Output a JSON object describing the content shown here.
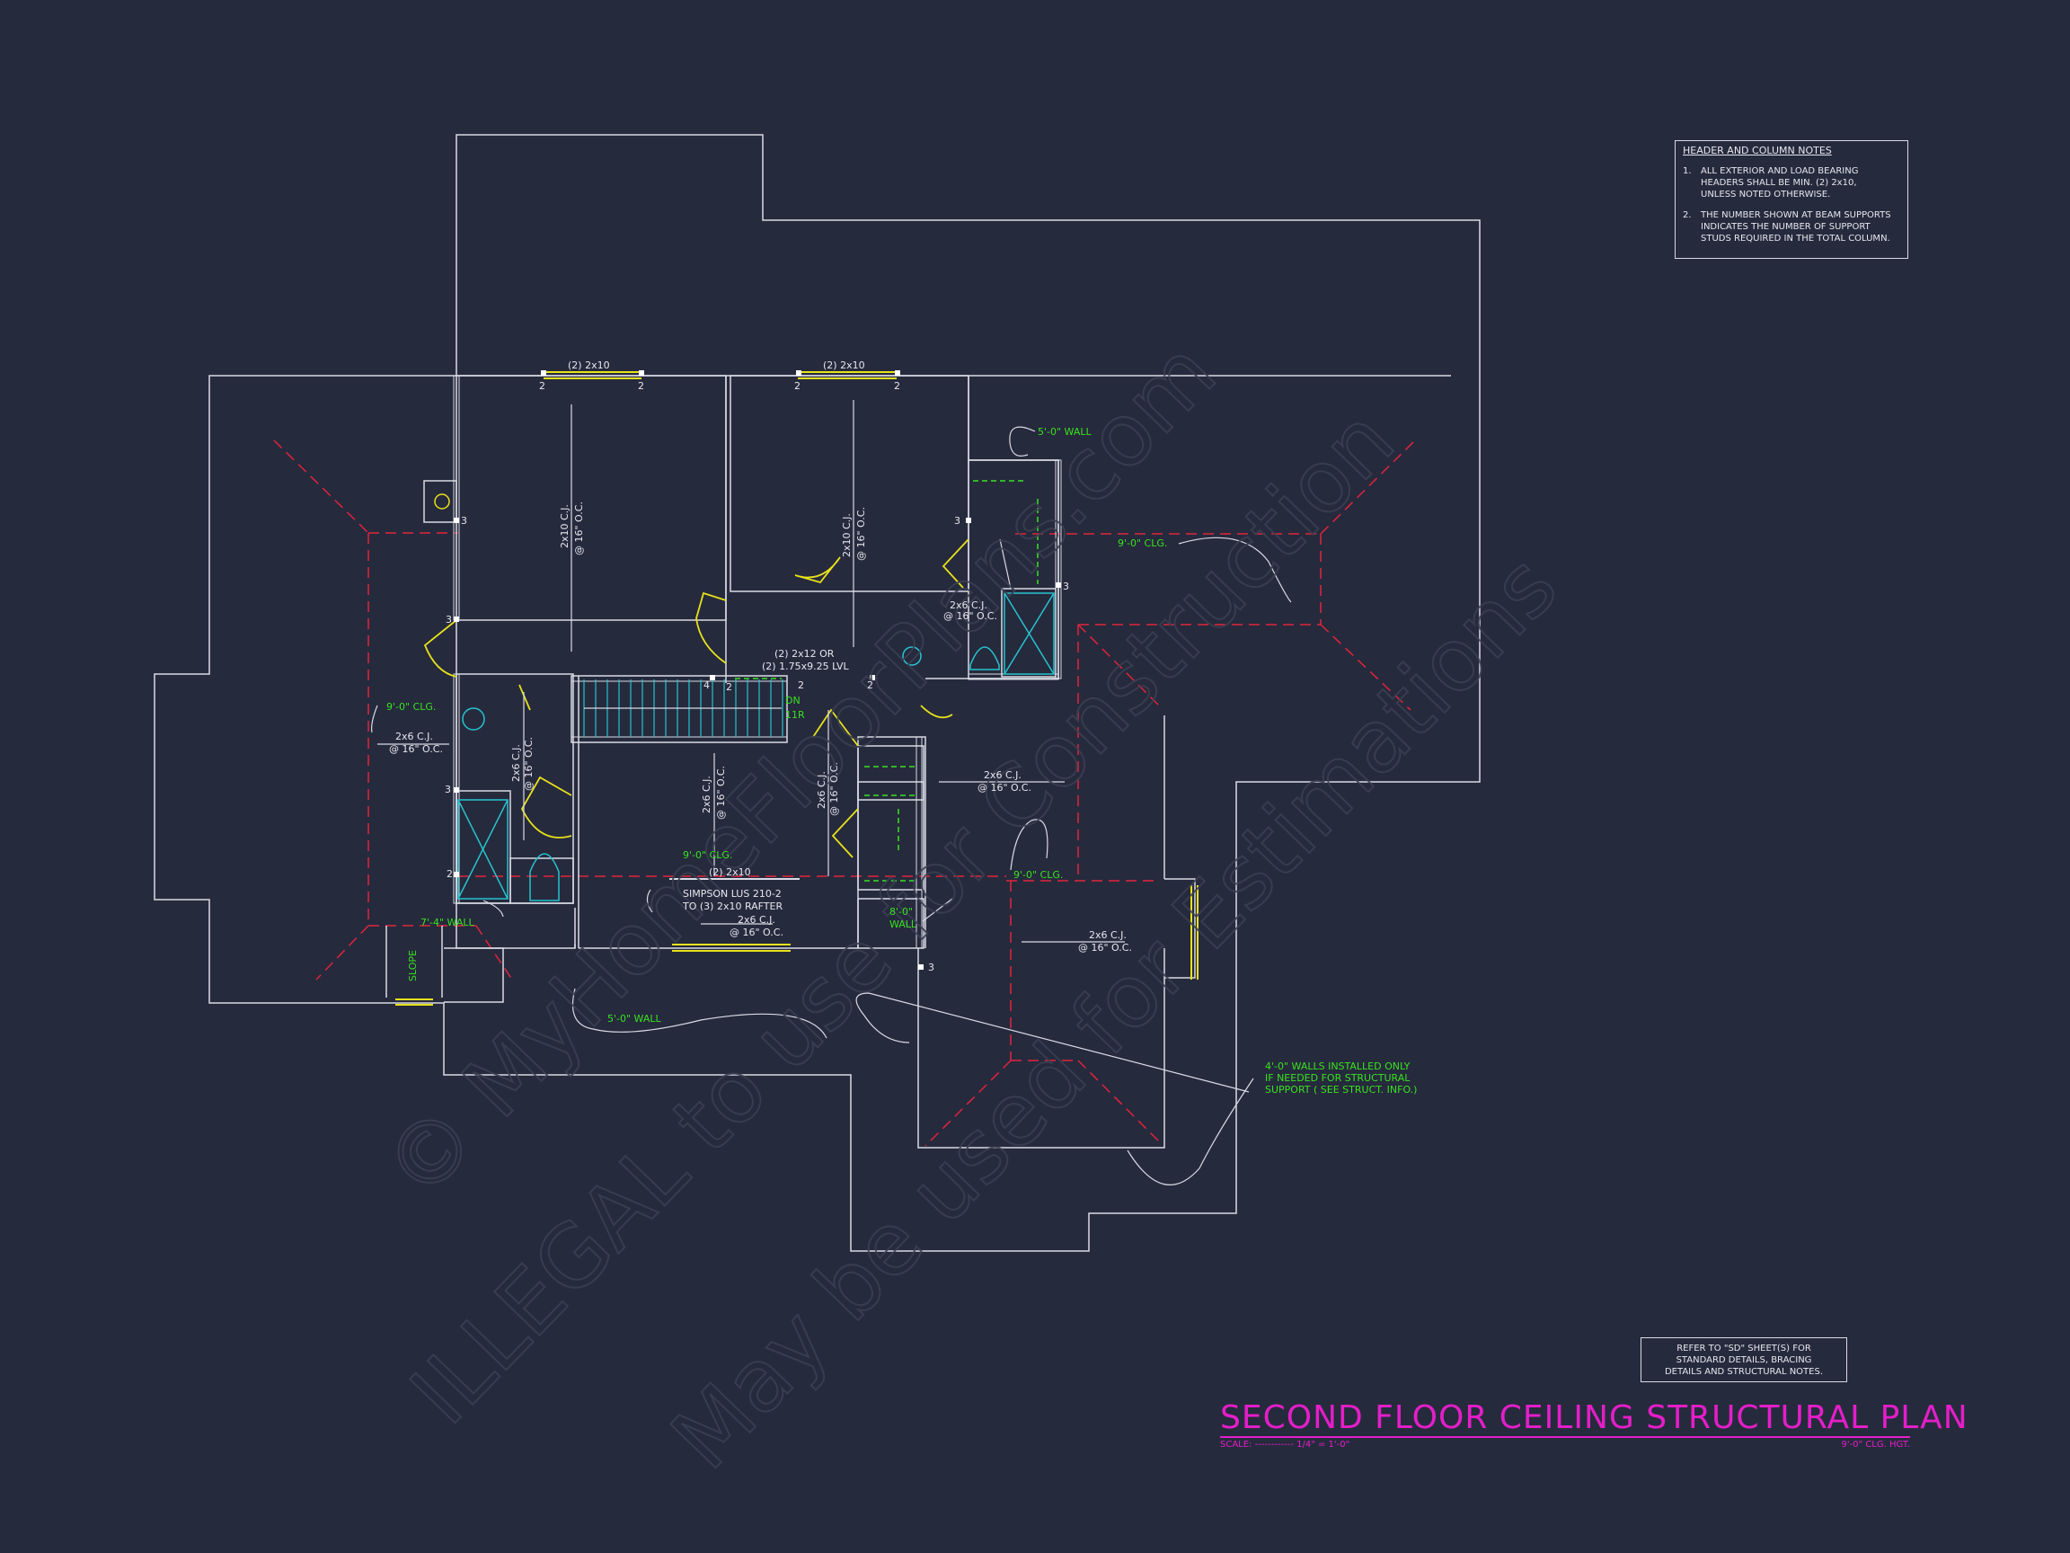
{
  "title": "SECOND FLOOR CEILING STRUCTURAL PLAN",
  "scale_label": "SCALE:",
  "scale_value": "------------ 1/4\" = 1'-0\"",
  "ceiling_height": "9'-0\" CLG. HGT.",
  "header_notes": {
    "title": "HEADER AND COLUMN NOTES",
    "items": [
      {
        "num": "1.",
        "lines": [
          "ALL EXTERIOR AND LOAD BEARING",
          "HEADERS SHALL BE MIN. (2) 2x10,",
          "UNLESS NOTED OTHERWISE."
        ]
      },
      {
        "num": "2.",
        "lines": [
          "THE NUMBER SHOWN AT BEAM SUPPORTS",
          "INDICATES THE NUMBER OF SUPPORT",
          "STUDS REQUIRED IN THE TOTAL COLUMN."
        ]
      }
    ]
  },
  "reference_note": [
    "REFER TO \"SD\" SHEET(S) FOR",
    "STANDARD DETAILS, BRACING",
    "DETAILS AND STRUCTURAL NOTES."
  ],
  "labels": {
    "header_left": "(2) 2x10",
    "header_right": "(2) 2x10",
    "cj_2x10_a": "2x10 C.J.",
    "cj_2x10_a2": "@ 16\" O.C.",
    "cj_2x10_b": "2x10 C.J.",
    "cj_2x10_b2": "@ 16\" O.C.",
    "wall_5ft_top": "5'-0\" WALL",
    "clg_9ft_right": "9'-0\" CLG.",
    "cj_2x6_bath": "2x6 C.J.",
    "cj_2x6_bath2": "@ 16\" O.C.",
    "beam_2x12": "(2) 2x12 OR",
    "beam_lvl": "(2) 1.75x9.25 LVL",
    "dn": "DN",
    "dn_count": "11R",
    "clg_9ft_left": "9'-0\" CLG.",
    "cj_2x6_left": "2x6 C.J.",
    "cj_2x6_left2": "@ 16\" O.C.",
    "cj_2x6_vert_a": "2x6 C.J.",
    "cj_2x6_vert_a2": "@ 16\" O.C.",
    "cj_2x6_mid": "2x6 C.J.",
    "cj_2x6_mid2": "@ 16\" O.C.",
    "cj_2x6_midb": "2x6 C.J.",
    "cj_2x6_midb2": "@ 16\" O.C.",
    "cj_2x6_right": "2x6 C.J.",
    "cj_2x6_right2": "@ 16\" O.C.",
    "clg_9ft_center": "9'-0\" CLG.",
    "header_center": "(2) 2x10",
    "simpson_1": "SIMPSON LUS 210-2",
    "simpson_2": "TO (3) 2x10 RAFTER",
    "cj_2x6_bottom": "2x6 C.J.",
    "cj_2x6_bottom2": "@ 16\" O.C.",
    "clg_9ft_mid": "9'-0\" CLG.",
    "wall_8ft_a": "8'-0\"",
    "wall_8ft_b": "WALL",
    "cj_2x6_lower": "2x6 C.J.",
    "cj_2x6_lower2": "@ 16\" O.C.",
    "wall_7ft": "7'-4\" WALL",
    "slope": "SLOPE",
    "wall_5ft_bottom": "5'-0\" WALL",
    "note_4ft_1": "4'-0\" WALLS INSTALLED ONLY",
    "note_4ft_2": "IF NEEDED FOR STRUCTURAL",
    "note_4ft_3": "SUPPORT ( SEE STRUCT. INFO.)"
  },
  "support_counts": [
    "2",
    "2",
    "2",
    "2",
    "3",
    "3",
    "3",
    "3",
    "3",
    "2",
    "2",
    "4",
    "2",
    "3",
    "2"
  ],
  "watermark": [
    "© MyHomeFloorPlans.com",
    "ILLEGAL to use for Construction",
    "May be used for Estimations"
  ],
  "colors": {
    "background": "#262a3d",
    "lines": "#d9dbe4",
    "annotation_green": "#39e21f",
    "hip_red": "#e0243c",
    "header_yellow": "#e8e21b",
    "fixture_cyan": "#27c3cf",
    "title_magenta": "#e41ec9"
  }
}
